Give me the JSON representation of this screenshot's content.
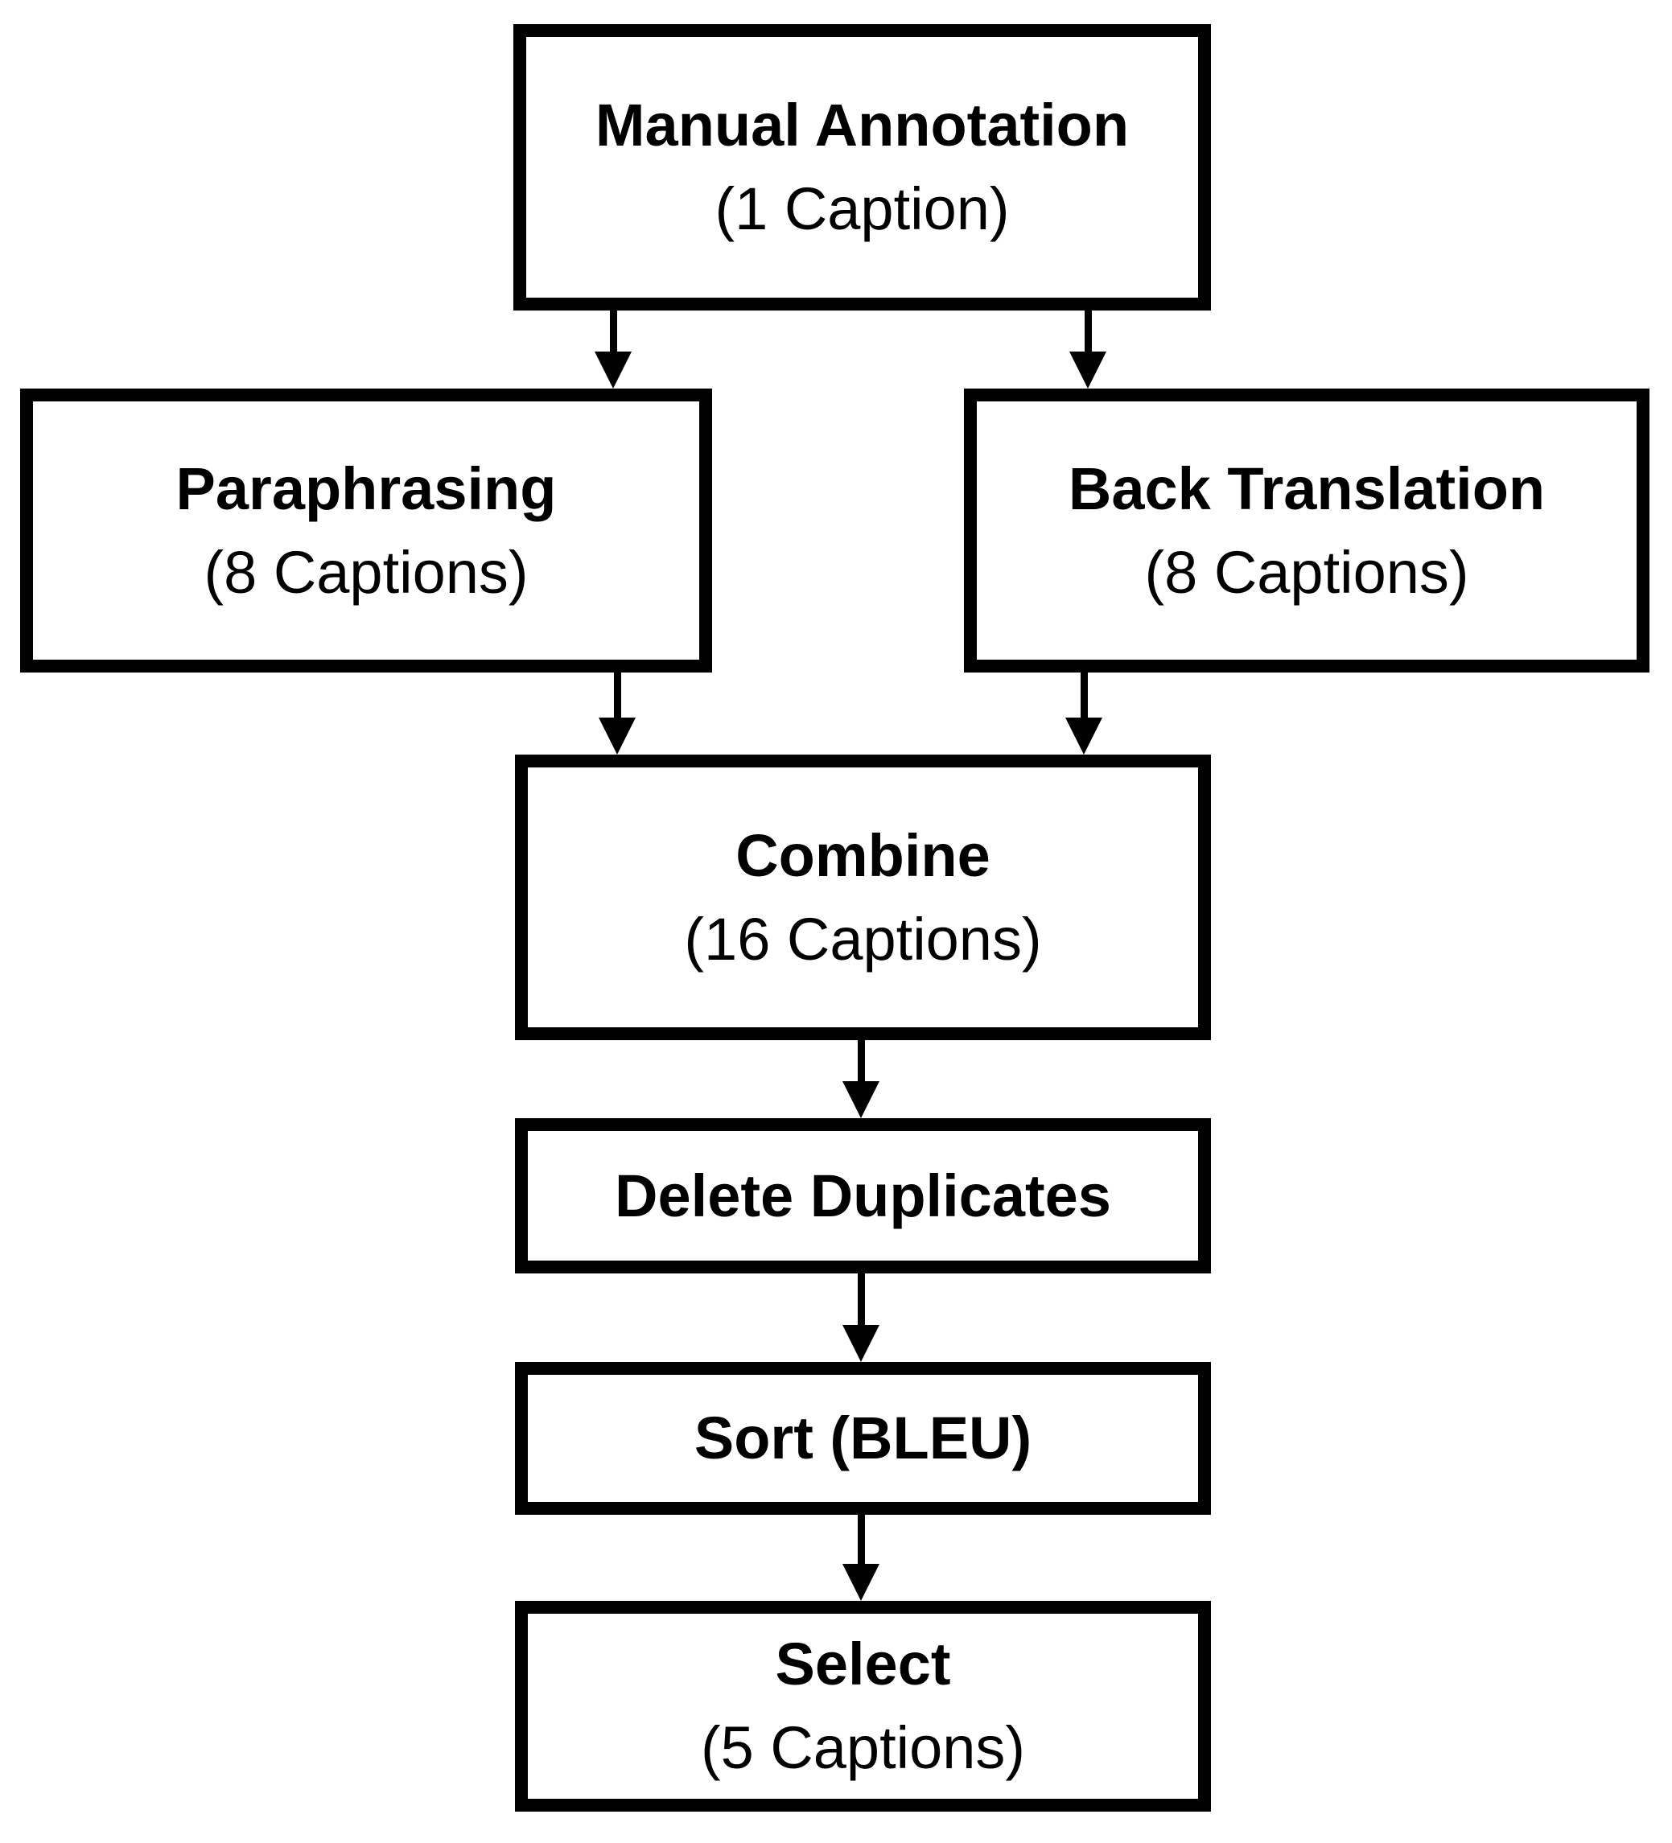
{
  "diagram": {
    "background_color": "#ffffff",
    "stroke_color": "#000000",
    "text_color": "#000000",
    "nodes": [
      {
        "id": "manual-annotation",
        "title": "Manual Annotation",
        "subtitle": "(1 Caption)"
      },
      {
        "id": "paraphrasing",
        "title": "Paraphrasing",
        "subtitle": "(8 Captions)"
      },
      {
        "id": "back-translation",
        "title": "Back Translation",
        "subtitle": "(8 Captions)"
      },
      {
        "id": "combine",
        "title": "Combine",
        "subtitle": "(16 Captions)"
      },
      {
        "id": "delete-duplicates",
        "title": "Delete Duplicates",
        "subtitle": ""
      },
      {
        "id": "sort-bleu",
        "title": "Sort (BLEU)",
        "subtitle": ""
      },
      {
        "id": "select",
        "title": "Select",
        "subtitle": "(5 Captions)"
      }
    ],
    "edges": [
      {
        "from": "manual-annotation",
        "to": "paraphrasing"
      },
      {
        "from": "manual-annotation",
        "to": "back-translation"
      },
      {
        "from": "paraphrasing",
        "to": "combine"
      },
      {
        "from": "back-translation",
        "to": "combine"
      },
      {
        "from": "combine",
        "to": "delete-duplicates"
      },
      {
        "from": "delete-duplicates",
        "to": "sort-bleu"
      },
      {
        "from": "sort-bleu",
        "to": "select"
      }
    ]
  }
}
